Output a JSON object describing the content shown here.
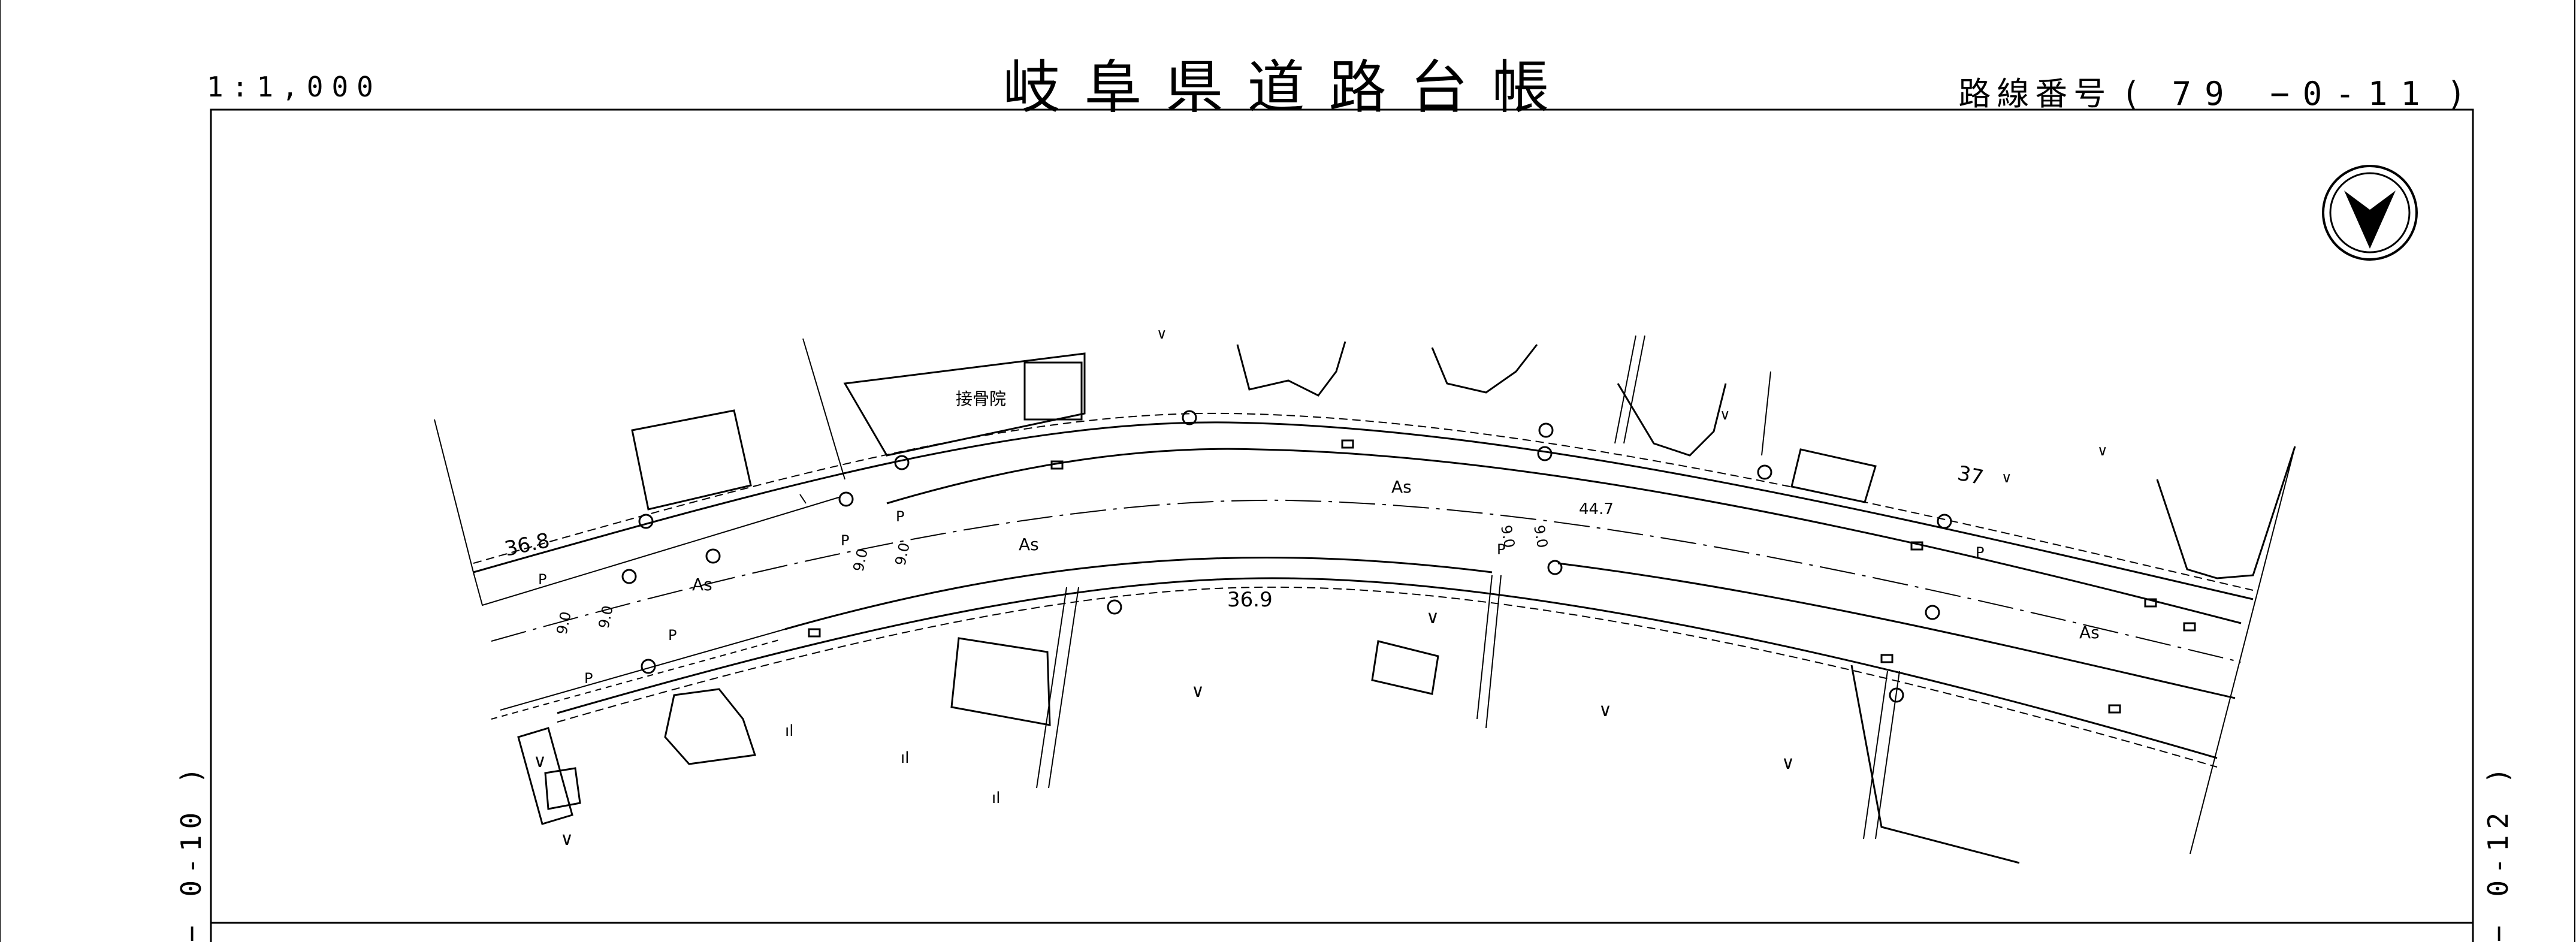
{
  "header": {
    "scale": "1:1,000",
    "title": "岐阜県道路台帳",
    "route_label": "路線番号",
    "route_open": "(",
    "route_number": "79 −0-11",
    "route_close": ")"
  },
  "side_labels": {
    "left": "− 0-10 )",
    "right": "− 0-12 )"
  },
  "map": {
    "north_arrow_icon": "north-arrow-icon",
    "place_labels": [
      {
        "id": "clinic",
        "text": "接骨院"
      }
    ],
    "elevation_labels": [
      "36.8",
      "36.9",
      "37",
      "44.7"
    ],
    "surface_labels": [
      "As",
      "As",
      "As",
      "As"
    ],
    "road_width_labels": [
      "9.0",
      "9.0",
      "9.0",
      "9.0",
      "9.0",
      "9.0"
    ],
    "parking_labels": [
      "P",
      "P",
      "P",
      "P",
      "P",
      "P",
      "P"
    ],
    "vegetation_symbol": "∨",
    "grass_symbol": "ıl",
    "line_color": "#000000",
    "paper_color": "#ffffff"
  }
}
